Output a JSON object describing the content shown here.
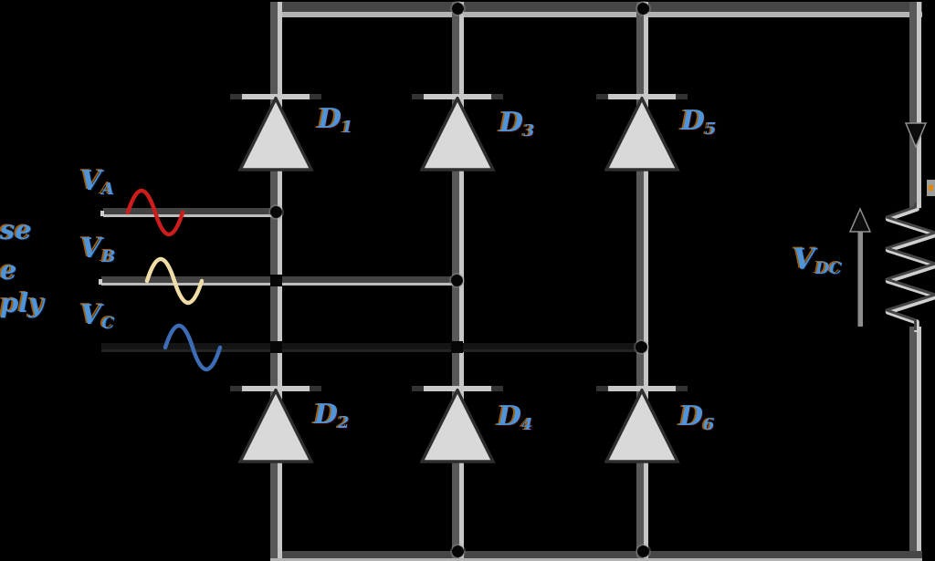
{
  "colors": {
    "background": "#000000",
    "wire_dark": "#464646",
    "wire_light": "#b3b3b3",
    "diode_fill": "#d9d9d9",
    "diode_outline": "#2e2e2e",
    "label_blue": "#4f93d8",
    "phase_a_wave": "#cc1d1d",
    "phase_b_wave": "#f0dca6",
    "phase_c_wave": "#3c6cb4",
    "resistor_gray": "#9a9a9a"
  },
  "supply_text_fragments": {
    "line1": "se",
    "line2": "e",
    "line3": "ply"
  },
  "phases": [
    {
      "label": "V",
      "sub": "A"
    },
    {
      "label": "V",
      "sub": "B"
    },
    {
      "label": "V",
      "sub": "C"
    }
  ],
  "diodes_top": [
    {
      "label": "D",
      "sub": "1"
    },
    {
      "label": "D",
      "sub": "3"
    },
    {
      "label": "D",
      "sub": "5"
    }
  ],
  "diodes_bottom": [
    {
      "label": "D",
      "sub": "2"
    },
    {
      "label": "D",
      "sub": "4"
    },
    {
      "label": "D",
      "sub": "6"
    }
  ],
  "output": {
    "label": "V",
    "sub": "DC"
  }
}
